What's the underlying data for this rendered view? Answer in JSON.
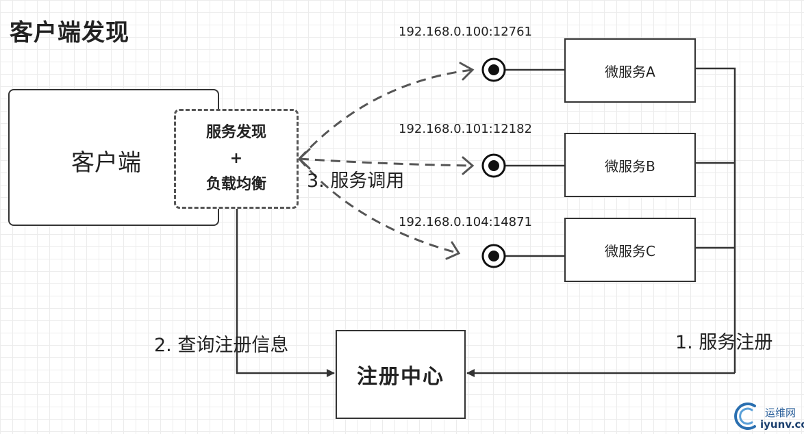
{
  "title": "客户端发现",
  "client": {
    "label": "客户端",
    "lb_lines": [
      "服务发现",
      "+",
      "负载均衡"
    ]
  },
  "services": [
    {
      "name": "微服务A",
      "address": "192.168.0.100:12761"
    },
    {
      "name": "微服务B",
      "address": "192.168.0.101:12182"
    },
    {
      "name": "微服务C",
      "address": "192.168.0.104:14871"
    }
  ],
  "registry": {
    "label": "注册中心"
  },
  "steps": {
    "register": "1. 服务注册",
    "query": "2. 查询注册信息",
    "invoke": "3. 服务调用"
  },
  "watermark": {
    "text": "运维网",
    "url": "iyunv.com"
  }
}
